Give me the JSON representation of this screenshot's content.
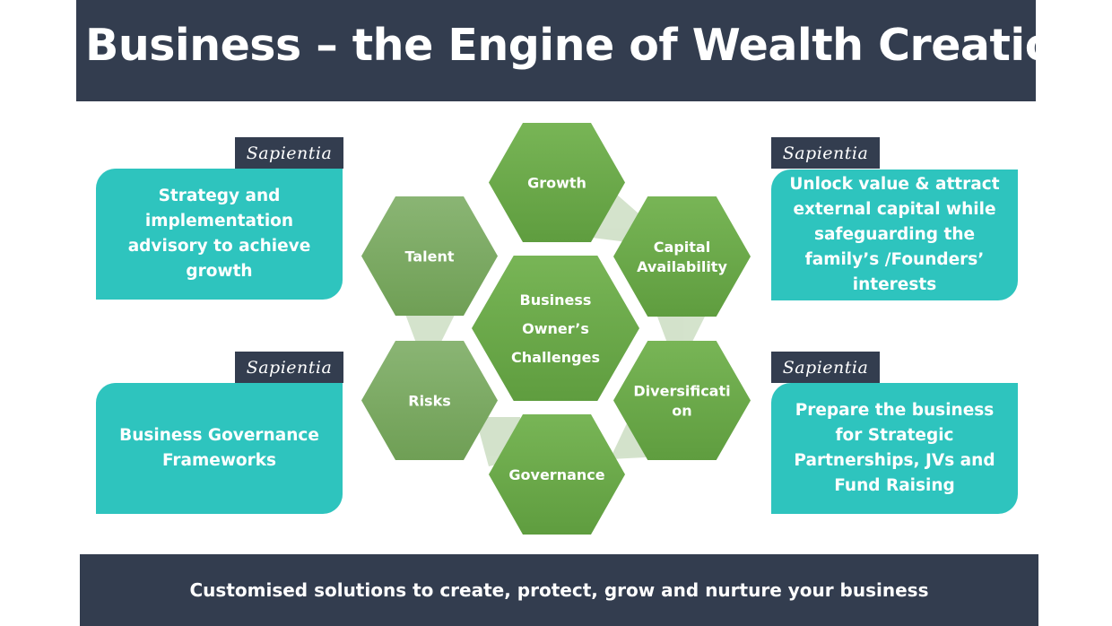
{
  "title": "Business – the Engine of Wealth Creation",
  "brand_tag": "Sapientia",
  "colors": {
    "navy": "#333d4f",
    "teal": "#2ec4be",
    "green": "#6ba54a"
  },
  "hexagons": {
    "center": [
      "Business",
      "Owner’s",
      "Challenges"
    ],
    "growth": "Growth",
    "talent": "Talent",
    "capital": [
      "Capital",
      "Availability"
    ],
    "risks": "Risks",
    "diversification": [
      "Diversificati",
      "on"
    ],
    "governance": "Governance"
  },
  "boxes": {
    "top_left": "Strategy and implementation advisory to achieve growth",
    "bottom_left": "Business Governance Frameworks",
    "top_right": "Unlock value & attract external capital while safeguarding the family’s /Founders’ interests",
    "bottom_right": "Prepare the business for Strategic Partnerships, JVs and Fund Raising"
  },
  "footer": "Customised solutions to create, protect, grow and nurture your business"
}
